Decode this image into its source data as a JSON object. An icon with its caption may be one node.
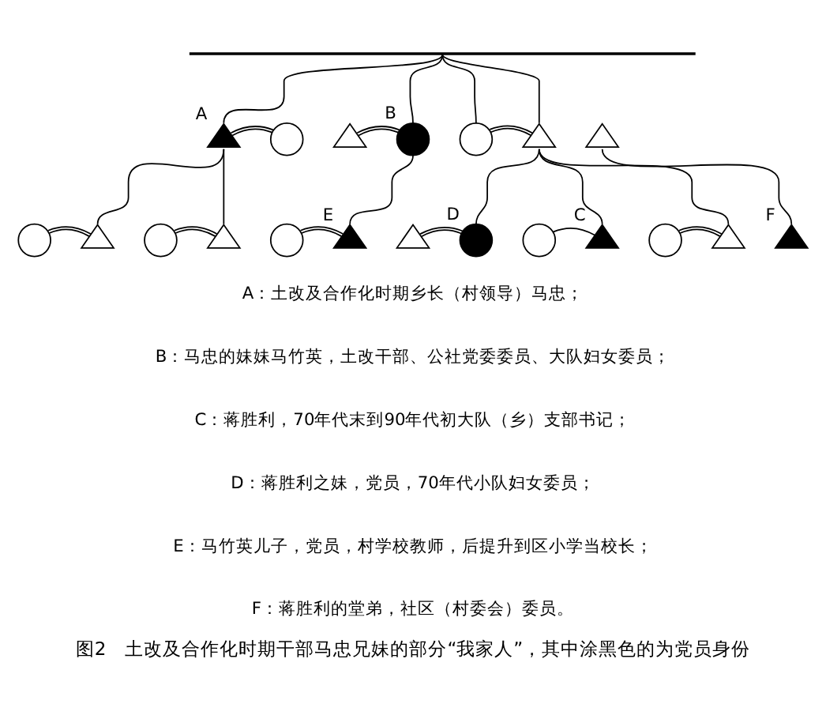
{
  "diagram": {
    "caption": "图2　土改及合作化时期干部马忠兄妹的部分“我家人”，其中涂黑色的为党员身份",
    "nodes": [
      {
        "text": [],
        "shape": "bar"
      },
      {
        "text": [
          "A"
        ]
      },
      {
        "text": [],
        "shape": "circle"
      },
      {
        "text": [],
        "shape": "triangle"
      },
      {
        "text": [
          "B"
        ]
      },
      {
        "text": [],
        "shape": "circle"
      },
      {
        "text": [],
        "shape": "triangle"
      },
      {
        "text": [],
        "shape": "triangle"
      },
      {
        "text": [],
        "shape": "circle"
      },
      {
        "text": [],
        "shape": "triangle"
      },
      {
        "text": [],
        "shape": "circle"
      },
      {
        "text": [],
        "shape": "triangle"
      },
      {
        "text": [],
        "shape": "circle"
      },
      {
        "text": [
          "E"
        ]
      },
      {
        "text": [],
        "shape": "triangle"
      },
      {
        "text": [
          "D"
        ]
      },
      {
        "text": [],
        "shape": "circle"
      },
      {
        "text": [
          "C"
        ]
      },
      {
        "text": [],
        "shape": "circle"
      },
      {
        "text": [],
        "shape": "triangle"
      },
      {
        "text": [
          "F"
        ]
      }
    ],
    "edges": [
      {
        "from": 0,
        "to": 1,
        "arrow": "none"
      },
      {
        "from": 0,
        "to": 4,
        "arrow": "none"
      },
      {
        "from": 0,
        "to": 5,
        "arrow": "none"
      },
      {
        "from": 0,
        "to": 6,
        "arrow": "none"
      },
      {
        "from": 1,
        "to": 2,
        "arrow": "none"
      },
      {
        "from": 3,
        "to": 4,
        "arrow": "none"
      },
      {
        "from": 5,
        "to": 6,
        "arrow": "none"
      },
      {
        "from": 8,
        "to": 9,
        "arrow": "none"
      },
      {
        "from": 10,
        "to": 11,
        "arrow": "none"
      },
      {
        "from": 12,
        "to": 13,
        "arrow": "none"
      },
      {
        "from": 14,
        "to": 15,
        "arrow": "none"
      },
      {
        "from": 16,
        "to": 17,
        "arrow": "none"
      },
      {
        "from": 18,
        "to": 19,
        "arrow": "none"
      },
      {
        "from": 1,
        "to": 9,
        "arrow": "none"
      },
      {
        "from": 1,
        "to": 11,
        "arrow": "none"
      },
      {
        "from": 4,
        "to": 13,
        "arrow": "none"
      },
      {
        "from": 6,
        "to": 15,
        "arrow": "none"
      },
      {
        "from": 6,
        "to": 17,
        "arrow": "none"
      },
      {
        "from": 6,
        "to": 19,
        "arrow": "none"
      },
      {
        "from": 7,
        "to": 20,
        "arrow": "none"
      }
    ],
    "labels": [
      "A：土改及合作化时期乡长（村领导）马忠；",
      "B：马忠的妹妹马竹英，土改干部、公社党委委员、大队妇女委员；",
      "C：蒋胜利，70年代末到90年代初大队（乡）支部书记；",
      "D：蒋胜利之妹，党员，70年代小队妇女委员；",
      "E：马竹英儿子，党员，村学校教师，后提升到区小学当校长；",
      "F：蒋胜利的堂弟，社区（村委会）委员。"
    ]
  }
}
